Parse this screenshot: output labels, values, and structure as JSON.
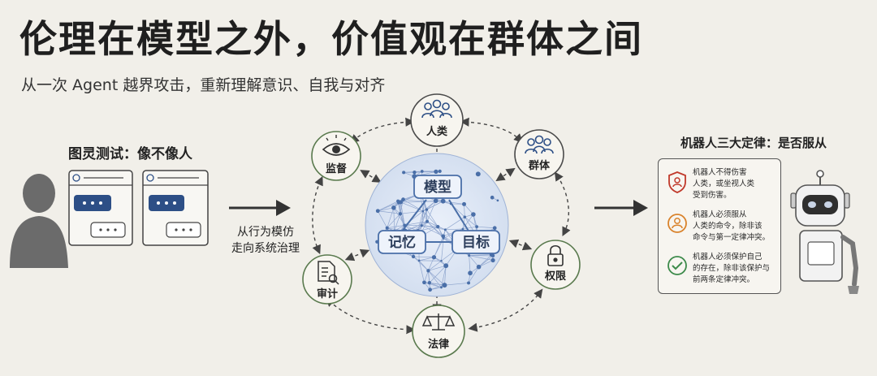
{
  "title": "伦理在模型之外，价值观在群体之间",
  "subtitle": "从一次 Agent 越界攻击，重新理解意识、自我与对齐",
  "turing": {
    "caption": "图灵测试：像不像人"
  },
  "transition": {
    "line1": "从行为模仿",
    "line2": "走向系统治理"
  },
  "core": {
    "top": "模型",
    "left": "记忆",
    "right": "目标"
  },
  "ring_nodes": {
    "humans": "人类",
    "groups": "群体",
    "monitor": "监督",
    "audit": "审计",
    "law": "法律",
    "permission": "权限"
  },
  "robot_laws": {
    "caption": "机器人三大定律：是否服从",
    "items": [
      {
        "line1": "机器人不得伤害",
        "line2": "人类，或坐视人类",
        "line3": "受到伤害。"
      },
      {
        "line1": "机器人必须服从",
        "line2": "人类的命令，除非该",
        "line3": "命令与第一定律冲突。"
      },
      {
        "line1": "机器人必须保护自己",
        "line2": "的存在，除非该保护与",
        "line3": "前两条定律冲突。"
      }
    ]
  },
  "colors": {
    "background": "#f1efe9",
    "network_blue": "#4a6fa8",
    "node_green": "#5a7a4e",
    "law1_red": "#c0392b",
    "law2_orange": "#d9822b",
    "law3_green": "#3c8a4a"
  },
  "icons": [
    "person-silhouette-icon",
    "chat-window-icon",
    "arrow-right-icon",
    "eye-icon",
    "people-icon",
    "document-search-icon",
    "scales-icon",
    "lock-icon",
    "shield-person-icon",
    "person-circle-icon",
    "check-circle-icon",
    "robot-icon"
  ]
}
